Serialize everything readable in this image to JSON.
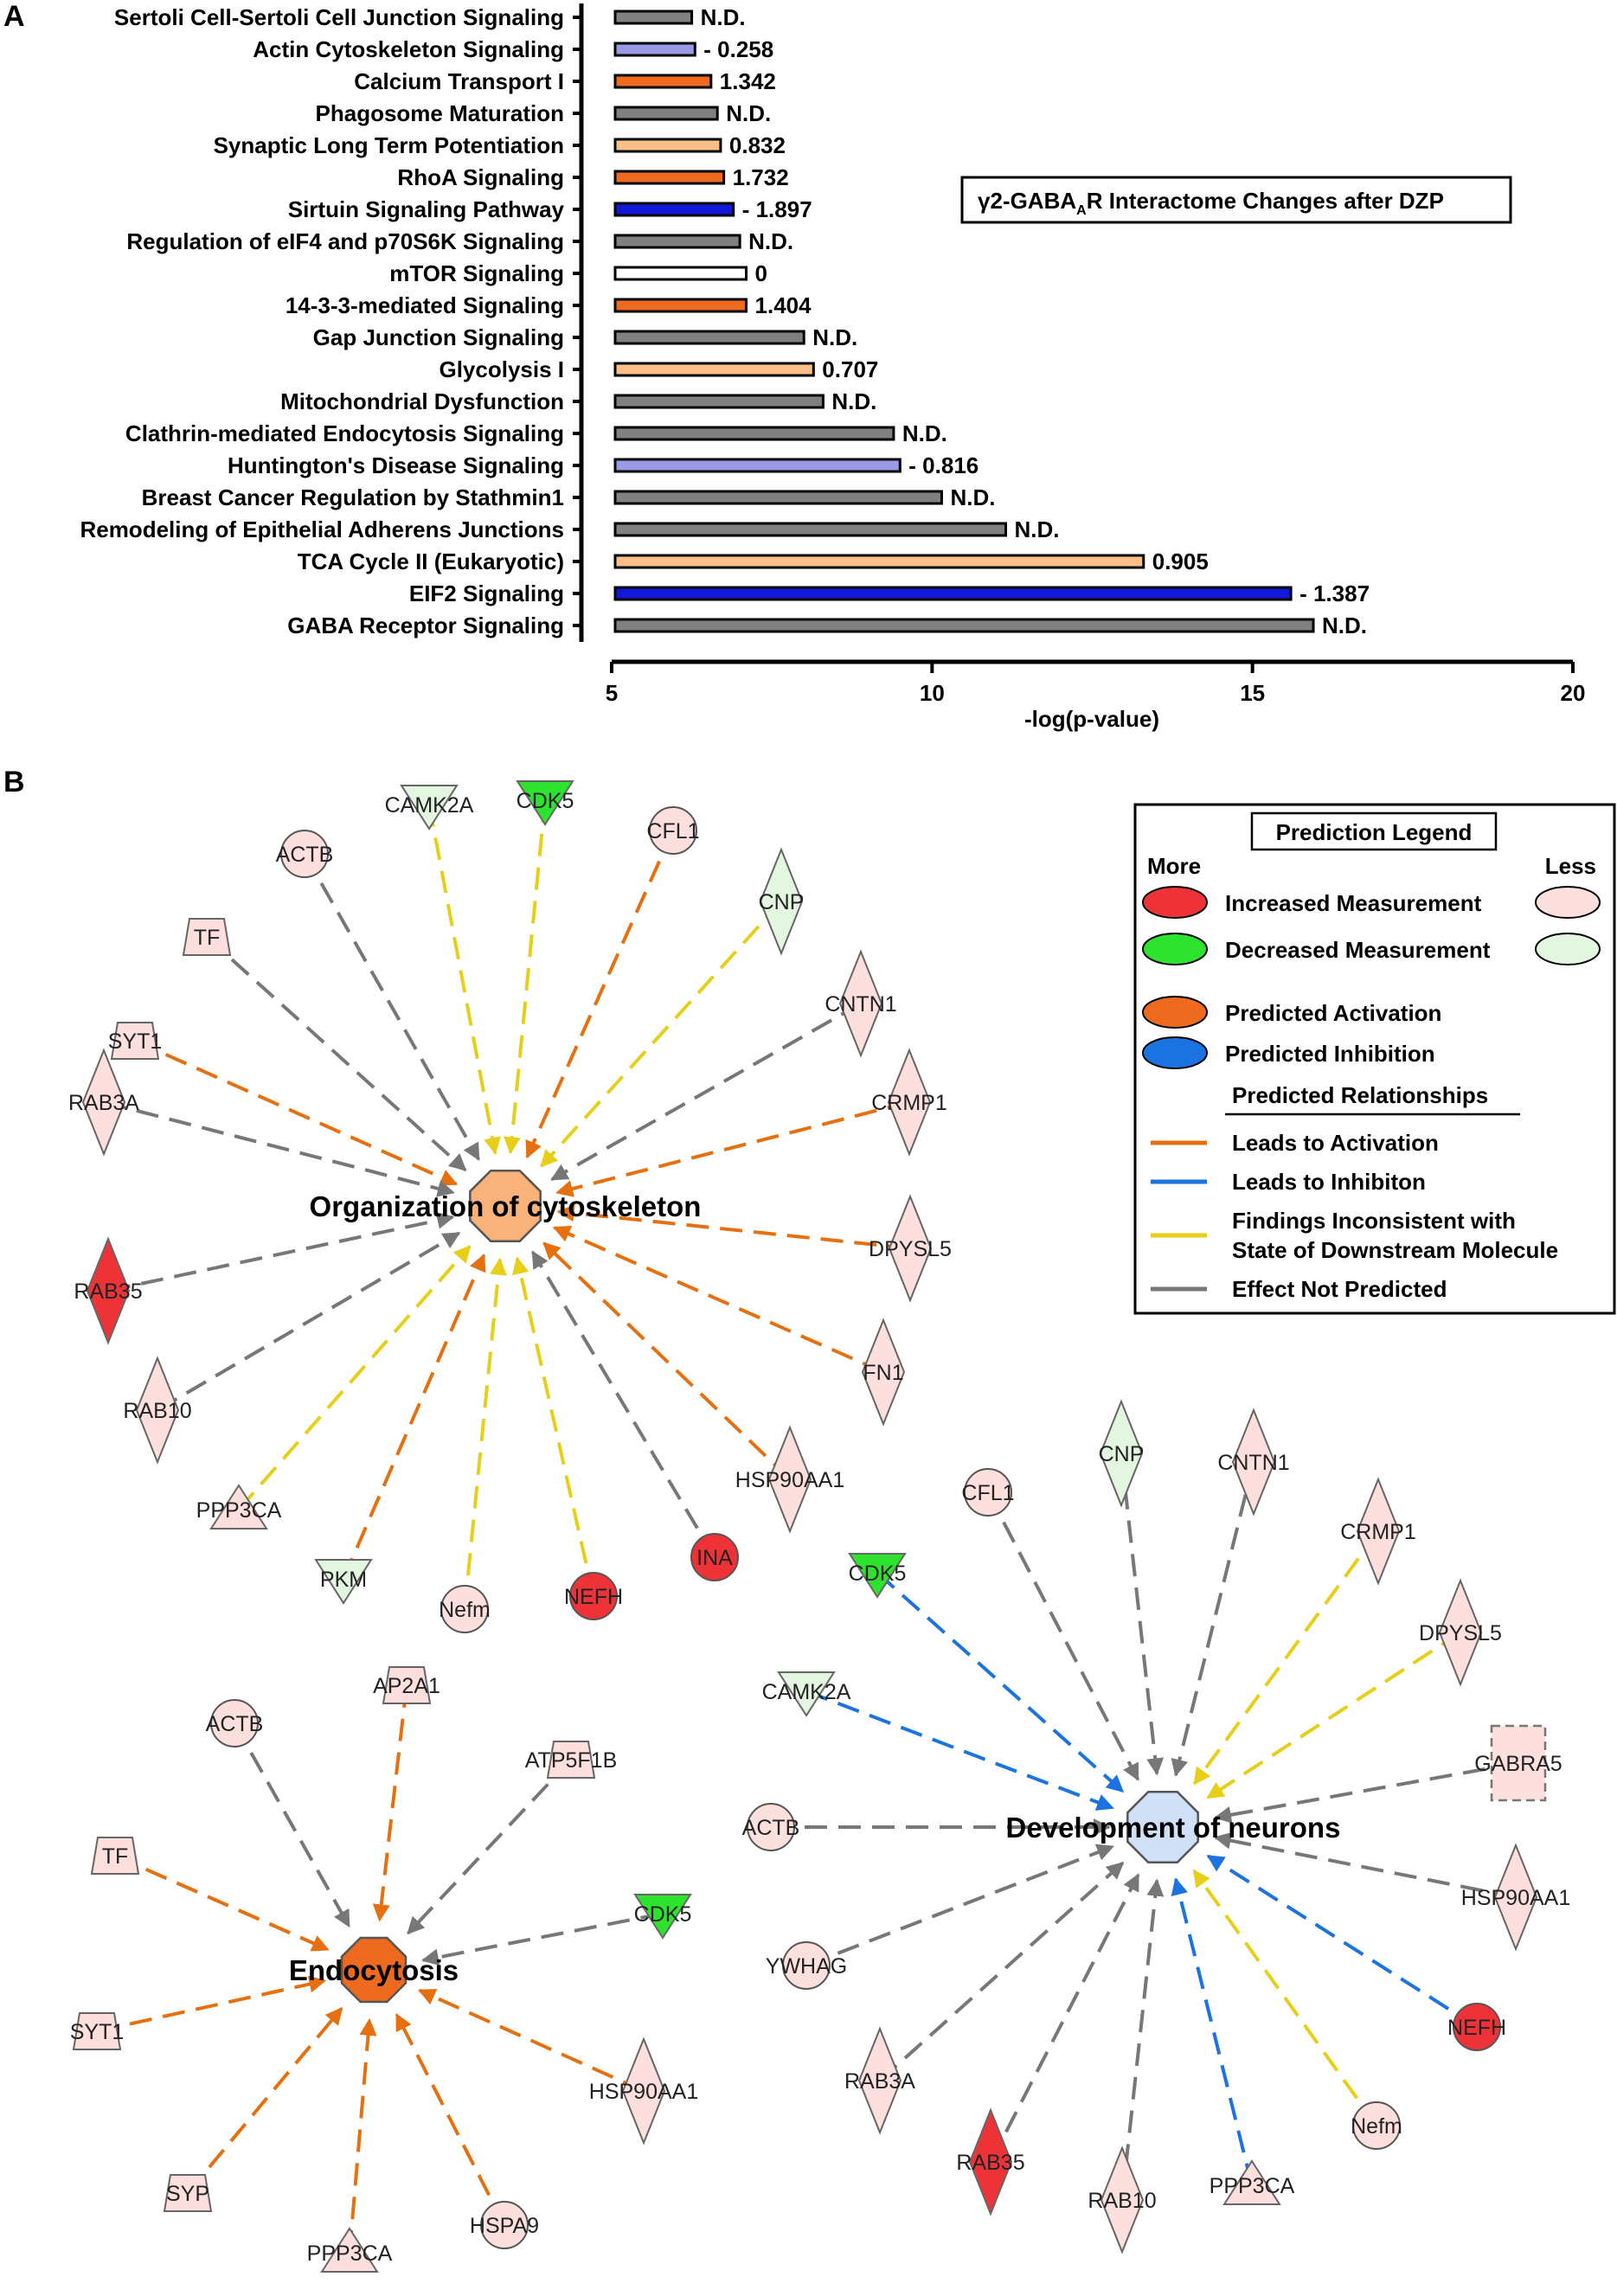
{
  "panels": {
    "a_letter": "A",
    "b_letter": "B"
  },
  "chart_data": {
    "type": "bar",
    "orientation": "horizontal",
    "title_box": {
      "main": "γ2-GABA",
      "sub": "A",
      "rest": "R Interactome Changes after DZP"
    },
    "xlabel": "-log(p-value)",
    "xlim": [
      5,
      20
    ],
    "xticks": [
      "5",
      "10",
      "15",
      "20"
    ],
    "categories": [
      "Sertoli Cell-Sertoli Cell Junction Signaling",
      "Actin Cytoskeleton Signaling",
      "Calcium Transport I",
      "Phagosome Maturation",
      "Synaptic Long Term Potentiation",
      "RhoA Signaling",
      "Sirtuin Signaling Pathway",
      "Regulation of eIF4 and p70S6K Signaling",
      "mTOR Signaling",
      "14-3-3-mediated Signaling",
      "Gap Junction Signaling",
      "Glycolysis I",
      "Mitochondrial Dysfunction",
      "Clathrin-mediated Endocytosis Signaling",
      "Huntington's Disease Signaling",
      "Breast Cancer Regulation by Stathmin1",
      "Remodeling of Epithelial Adherens Junctions",
      "TCA Cycle II (Eukaryotic)",
      "EIF2 Signaling",
      "GABA Receptor Signaling"
    ],
    "values": [
      6.25,
      6.3,
      6.55,
      6.65,
      6.7,
      6.75,
      6.9,
      7.0,
      7.1,
      7.1,
      8.0,
      8.15,
      8.3,
      9.4,
      9.5,
      10.15,
      11.15,
      13.3,
      15.6,
      15.95
    ],
    "zscore_labels": [
      "N.D.",
      "- 0.258",
      "1.342",
      "N.D.",
      "0.832",
      "1.732",
      "- 1.897",
      "N.D.",
      "0",
      "1.404",
      "N.D.",
      "0.707",
      "N.D.",
      "N.D.",
      "- 0.816",
      "N.D.",
      "N.D.",
      "0.905",
      "- 1.387",
      "N.D."
    ],
    "bar_colors": [
      "#808080",
      "#9b9ae6",
      "#ee6a1e",
      "#808080",
      "#fcbf8a",
      "#ee6a1e",
      "#1119d6",
      "#808080",
      "#ffffff",
      "#ee6a1e",
      "#808080",
      "#fcbf8a",
      "#808080",
      "#808080",
      "#9b9ae6",
      "#808080",
      "#808080",
      "#fcbf8a",
      "#1119d6",
      "#808080"
    ]
  },
  "networks": {
    "node_colors": {
      "lp": "#fde0dd",
      "red": "#ee3338",
      "lg": "#e3f6df",
      "green": "#2ee32e",
      "orange": "#ee6a1e",
      "lightorange": "#f9b27a",
      "lightblue": "#cfe0f7",
      "edge_orange": "#e6700f",
      "edge_yellow": "#e8cf17",
      "edge_gray": "#777777",
      "edge_blue": "#1a73e0"
    },
    "cyto": {
      "hub_label": "Organization of cytoskeleton",
      "nodes": [
        "CAMK2A",
        "CDK5",
        "ACTB",
        "CFL1",
        "CNP",
        "TF",
        "CNTN1",
        "SYT1",
        "CRMP1",
        "RAB3A",
        "DPYSL5",
        "RAB35",
        "FN1",
        "RAB10",
        "HSP90AA1",
        "PPP3CA",
        "INA",
        "PKM",
        "Nefm",
        "NEFH"
      ]
    },
    "endo": {
      "hub_label": "Endocytosis",
      "nodes": [
        "AP2A1",
        "ACTB",
        "ATP5F1B",
        "TF",
        "CDK5",
        "SYT1",
        "HSP90AA1",
        "SYP",
        "HSPA9",
        "PPP3CA"
      ]
    },
    "neuro": {
      "hub_label": "Development of neurons",
      "nodes": [
        "CNP",
        "CNTN1",
        "CFL1",
        "CRMP1",
        "CDK5",
        "DPYSL5",
        "CAMK2A",
        "GABRA5",
        "ACTB",
        "HSP90AA1",
        "YWHAG",
        "NEFH",
        "RAB3A",
        "Nefm",
        "RAB35",
        "PPP3CA",
        "RAB10"
      ]
    }
  },
  "legend": {
    "title": "Prediction Legend",
    "more": "More",
    "less": "Less",
    "increased": "Increased Measurement",
    "decreased": "Decreased Measurement",
    "activation": "Predicted Activation",
    "inhibition": "Predicted Inhibition",
    "relationships": "Predicted Relationships",
    "leads_activation": "Leads to Activation",
    "leads_inhibition": "Leads to Inhibiton",
    "inconsistent_1": "Findings Inconsistent with",
    "inconsistent_2": "State of Downstream Molecule",
    "not_predicted": "Effect Not Predicted"
  }
}
